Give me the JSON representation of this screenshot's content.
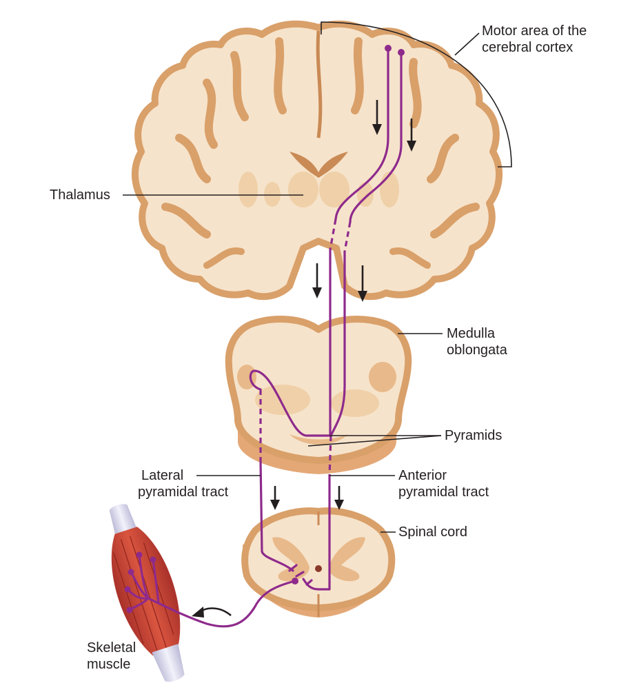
{
  "labels": {
    "motor_area_line1": "Motor area of the",
    "motor_area_line2": "cerebral cortex",
    "thalamus": "Thalamus",
    "medulla_line1": "Medulla",
    "medulla_line2": "oblongata",
    "pyramids": "Pyramids",
    "lateral_line1": "Lateral",
    "lateral_line2": "pyramidal tract",
    "anterior_line1": "Anterior",
    "anterior_line2": "pyramidal tract",
    "spinal_cord": "Spinal cord",
    "skeletal_line1": "Skeletal",
    "skeletal_line2": "muscle"
  },
  "colors": {
    "tract": "#8e2a8c",
    "tissue_fill": "#f6e3cb",
    "tissue_edge": "#d9a06a",
    "gray_matter": "#e8b98a",
    "muscle": "#c8412e"
  }
}
